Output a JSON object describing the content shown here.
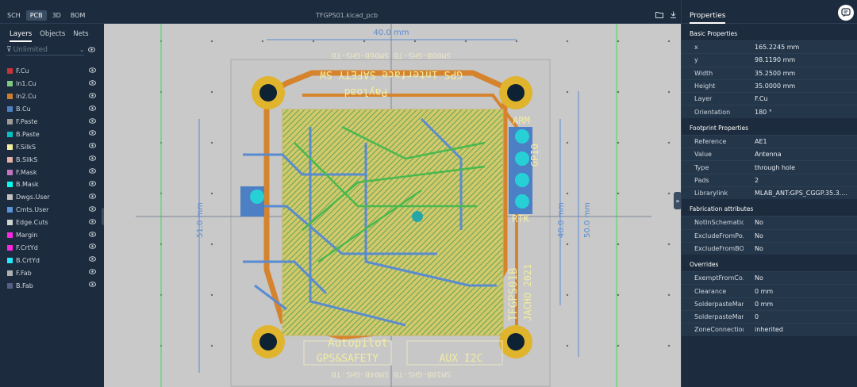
{
  "top": {
    "tabs": [
      {
        "label": "SCH",
        "active": false
      },
      {
        "label": "PCB",
        "active": true
      },
      {
        "label": "3D",
        "active": false
      },
      {
        "label": "BOM",
        "active": false
      }
    ],
    "filename": "TFGPS01.kicad_pcb",
    "icons": [
      "folder-icon",
      "download-icon"
    ]
  },
  "left": {
    "tabs": [
      "Layers",
      "Objects",
      "Nets"
    ],
    "filter_value": "Unlimited",
    "layers": [
      {
        "name": "F.Cu",
        "color": "#c83434"
      },
      {
        "name": "In1.Cu",
        "color": "#7fc87f"
      },
      {
        "name": "In2.Cu",
        "color": "#ce7d2c"
      },
      {
        "name": "B.Cu",
        "color": "#4d7fc4"
      },
      {
        "name": "F.Paste",
        "color": "#a09a96"
      },
      {
        "name": "B.Paste",
        "color": "#00c2c2"
      },
      {
        "name": "F.SilkS",
        "color": "#f2eda1"
      },
      {
        "name": "B.SilkS",
        "color": "#e8b2a7"
      },
      {
        "name": "F.Mask",
        "color": "#c274c2"
      },
      {
        "name": "B.Mask",
        "color": "#02ffee"
      },
      {
        "name": "Dwgs.User",
        "color": "#c2c2c2"
      },
      {
        "name": "Cmts.User",
        "color": "#5994dc"
      },
      {
        "name": "Edge.Cuts",
        "color": "#d0d2cd"
      },
      {
        "name": "Margin",
        "color": "#ff26e2"
      },
      {
        "name": "F.CrtYd",
        "color": "#ff26e2"
      },
      {
        "name": "B.CrtYd",
        "color": "#26e9ff"
      },
      {
        "name": "F.Fab",
        "color": "#afafaf"
      },
      {
        "name": "B.Fab",
        "color": "#585d84"
      }
    ]
  },
  "board": {
    "dim_width_top": "40.0 mm",
    "dim_left": "51.0 mm",
    "dim_right_inner": "40.0 mm",
    "dim_right_outer": "50.0 mm",
    "silk": {
      "top_connectors": "SM08B-GHS-TB   SM06B-GHS-TB",
      "top_labels": "GPS interface   SAFETY SW",
      "payload": "Payload",
      "arm": "ARM",
      "gpio": "GPIO",
      "rtk": "RTK",
      "board_id": "TFGPS01B",
      "year": "JACHO 2021",
      "autopilot": "Autopilot",
      "gps_safety": "GPS&SAFETY",
      "aux": "AUX I2C",
      "bottom_connectors": "SM10B-GHS-TB   SM04B-GHS-TB"
    }
  },
  "properties": {
    "title": "Properties",
    "sections": [
      {
        "title": "Basic Properties",
        "rows": [
          {
            "k": "x",
            "v": "165.2245 mm"
          },
          {
            "k": "y",
            "v": "98.1190 mm"
          },
          {
            "k": "Width",
            "v": "35.2500 mm"
          },
          {
            "k": "Height",
            "v": "35.0000 mm"
          },
          {
            "k": "Layer",
            "v": "F.Cu"
          },
          {
            "k": "Orientation",
            "v": "180 °"
          }
        ]
      },
      {
        "title": "Footprint Properties",
        "rows": [
          {
            "k": "Reference",
            "v": "AE1"
          },
          {
            "k": "Value",
            "v": "Antenna"
          },
          {
            "k": "Type",
            "v": "through hole"
          },
          {
            "k": "Pads",
            "v": "2"
          },
          {
            "k": "Librarylink",
            "v": "MLAB_ANT:GPS_CGGP.35.3...."
          }
        ]
      },
      {
        "title": "Fabrication attributes",
        "rows": [
          {
            "k": "NotInSchematic",
            "v": "No"
          },
          {
            "k": "ExcludeFromPo...",
            "v": "No"
          },
          {
            "k": "ExcludeFromBOM",
            "v": "No"
          }
        ]
      },
      {
        "title": "Overrides",
        "rows": [
          {
            "k": "ExemptFromCo...",
            "v": "No"
          },
          {
            "k": "Clearance",
            "v": "0 mm"
          },
          {
            "k": "SolderpasteMar...",
            "v": "0 mm"
          },
          {
            "k": "SolderpasteMar...",
            "v": "0"
          },
          {
            "k": "ZoneConnection",
            "v": "inherited"
          }
        ]
      }
    ]
  }
}
